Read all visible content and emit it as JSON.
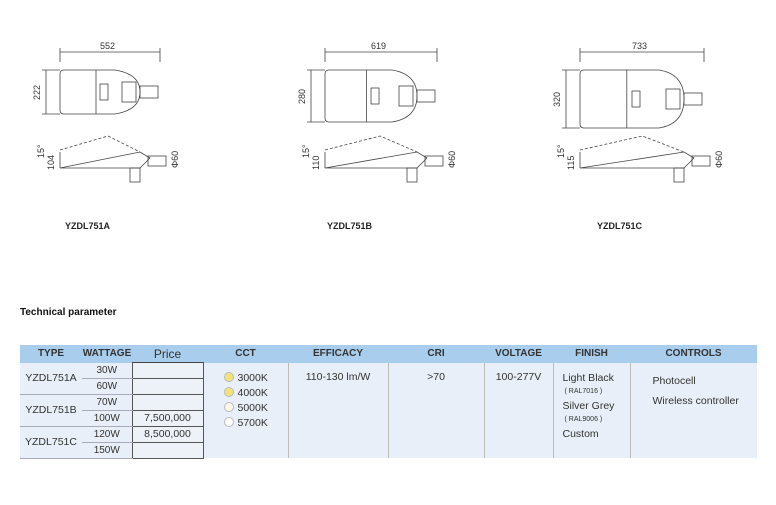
{
  "drawings": [
    {
      "model": "YZDL751A",
      "length": "552",
      "width": "222",
      "height": "104",
      "angle": "15°",
      "diameter": "Φ60"
    },
    {
      "model": "YZDL751B",
      "length": "619",
      "width": "280",
      "height": "110",
      "angle": "15°",
      "diameter": "Φ60"
    },
    {
      "model": "YZDL751C",
      "length": "733",
      "width": "320",
      "height": "115",
      "angle": "15°",
      "diameter": "Φ60"
    }
  ],
  "section_title": "Technical parameter",
  "table": {
    "headers": [
      "TYPE",
      "WATTAGE",
      "Price",
      "CCT",
      "EFFICACY",
      "CRI",
      "VOLTAGE",
      "FINISH",
      "CONTROLS"
    ],
    "types": [
      "YZDL751A",
      "YZDL751B",
      "YZDL751C"
    ],
    "wattages": [
      "30W",
      "60W",
      "70W",
      "100W",
      "120W",
      "150W"
    ],
    "prices": [
      "",
      "",
      "",
      "7,500,000",
      "8,500,000",
      ""
    ],
    "cct": [
      {
        "label": "3000K",
        "color": "#f3e27a"
      },
      {
        "label": "4000K",
        "color": "#f3e27a"
      },
      {
        "label": "5000K",
        "color": "#fbf8e8"
      },
      {
        "label": "5700K",
        "color": "#ffffff"
      }
    ],
    "efficacy": "110-130 lm/W",
    "cri": ">70",
    "voltage": "100-277V",
    "finish": [
      "Light Black",
      "( RAL7016 )",
      "Silver Grey",
      "( RAL9006 )",
      "Custom"
    ],
    "controls": [
      "Photocell",
      "Wireless controller"
    ]
  }
}
